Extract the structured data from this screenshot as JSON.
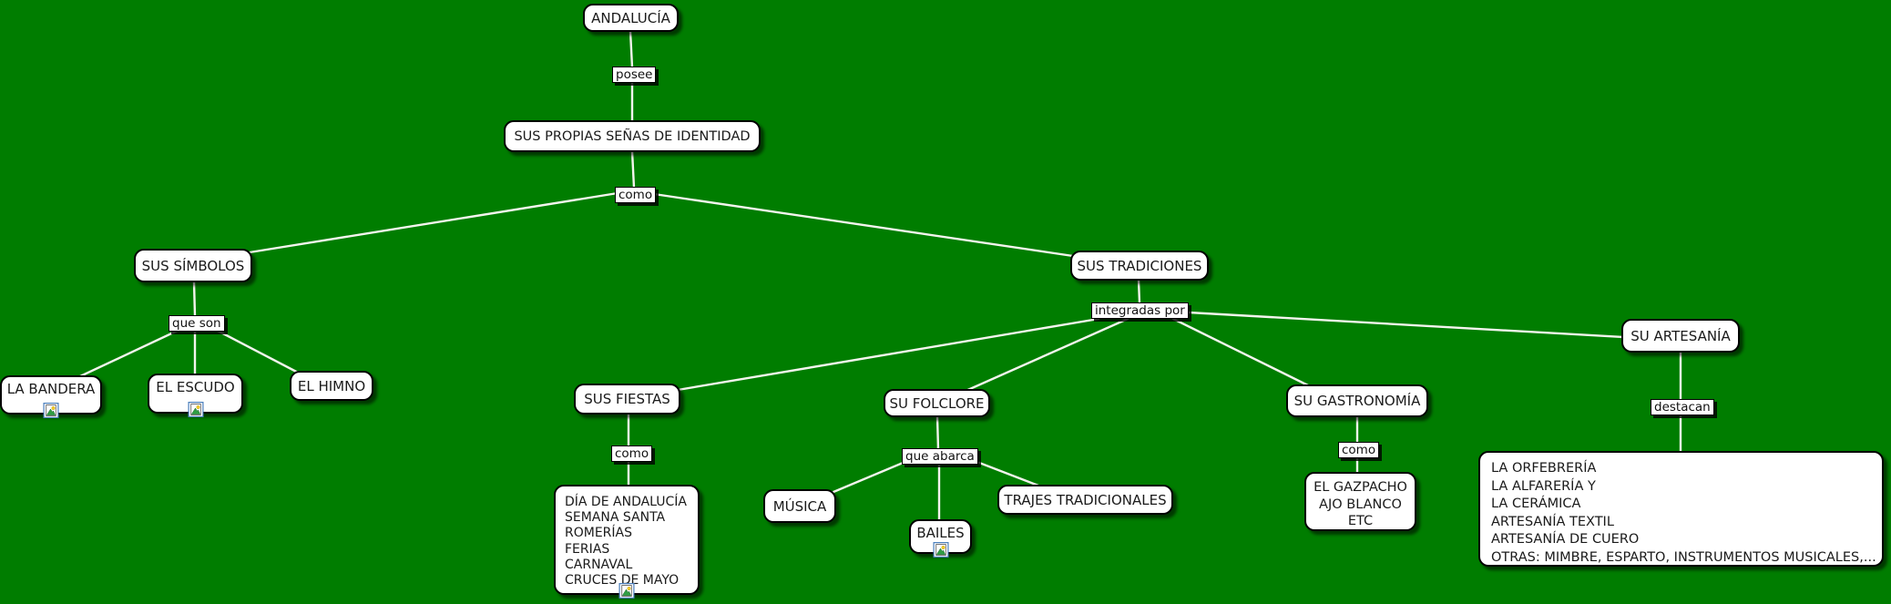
{
  "canvas": {
    "background_color": "#007D00",
    "connector_color": "#F4F4EE",
    "node_fill": "#FFFFFF",
    "node_border": "#000000"
  },
  "nodes": {
    "andalucia": {
      "label": "ANDALUCÍA"
    },
    "senas": {
      "label": "SUS PROPIAS SEÑAS DE IDENTIDAD"
    },
    "simbolos": {
      "label": "SUS SÍMBOLOS"
    },
    "tradiciones": {
      "label": "SUS TRADICIONES"
    },
    "bandera": {
      "label": "LA BANDERA",
      "has_image_resource": true
    },
    "escudo": {
      "label": "EL ESCUDO",
      "has_image_resource": true
    },
    "himno": {
      "label": "EL HIMNO"
    },
    "fiestas": {
      "label": "SUS FIESTAS"
    },
    "fiestas_list": {
      "lines": [
        "DÍA DE ANDALUCÍA",
        "SEMANA SANTA",
        "ROMERÍAS",
        "FERIAS",
        "CARNAVAL",
        "CRUCES DE MAYO"
      ],
      "has_image_resource": true
    },
    "folclore": {
      "label": "SU FOLCLORE"
    },
    "musica": {
      "label": "MÚSICA"
    },
    "bailes": {
      "label": "BAILES",
      "has_image_resource": true
    },
    "trajes": {
      "label": "TRAJES TRADICIONALES"
    },
    "gastronomia": {
      "label": "SU GASTRONOMÍA"
    },
    "gastronomia_list": {
      "lines": [
        "EL GAZPACHO",
        "AJO BLANCO",
        "ETC"
      ]
    },
    "artesania": {
      "label": "SU ARTESANÍA"
    },
    "artesania_list": {
      "lines": [
        "LA ORFEBRERÍA",
        "LA ALFARERÍA Y",
        "LA CERÁMICA",
        "ARTESANÍA TEXTIL",
        "ARTESANÍA DE CUERO",
        "OTRAS: MIMBRE, ESPARTO, INSTRUMENTOS MUSICALES,..."
      ]
    }
  },
  "links": {
    "posee": "posee",
    "como_top": "como",
    "que_son": "que son",
    "integradas_por": "integradas por",
    "como_fiestas": "como",
    "que_abarca": "que abarca",
    "como_gastronomia": "como",
    "destacan": "destacan"
  },
  "icons": {
    "image_resource": "image-resource-icon"
  }
}
